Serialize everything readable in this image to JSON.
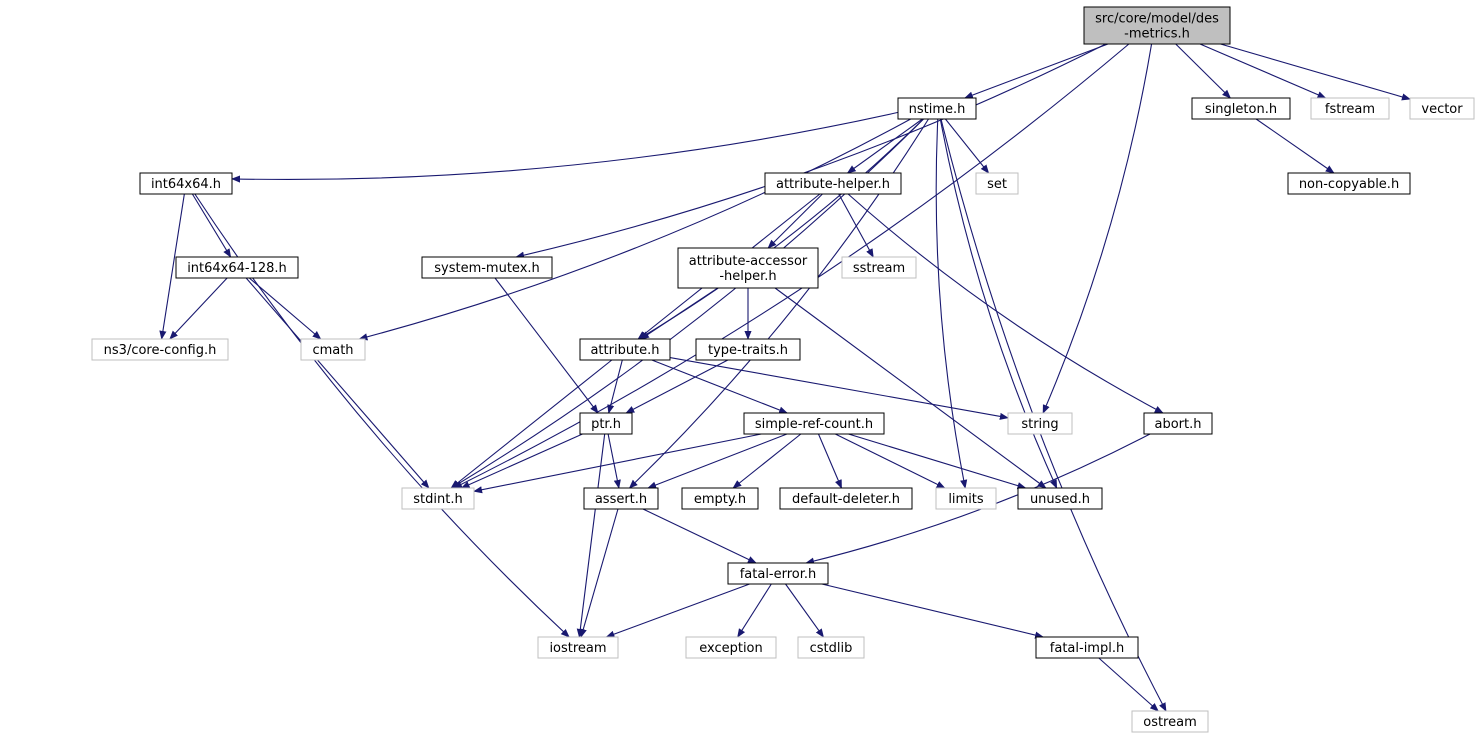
{
  "nodes": [
    {
      "id": "root",
      "lines": [
        "src/core/model/des",
        "-metrics.h"
      ],
      "kind": "root"
    },
    {
      "id": "nstime",
      "lines": [
        "nstime.h"
      ],
      "kind": "documented"
    },
    {
      "id": "singleton",
      "lines": [
        "singleton.h"
      ],
      "kind": "documented"
    },
    {
      "id": "fstream",
      "lines": [
        "fstream"
      ],
      "kind": "external"
    },
    {
      "id": "vector",
      "lines": [
        "vector"
      ],
      "kind": "external"
    },
    {
      "id": "int64x64",
      "lines": [
        "int64x64.h"
      ],
      "kind": "documented"
    },
    {
      "id": "attribute_helper",
      "lines": [
        "attribute-helper.h"
      ],
      "kind": "documented"
    },
    {
      "id": "set",
      "lines": [
        "set"
      ],
      "kind": "external"
    },
    {
      "id": "noncopyable",
      "lines": [
        "non-copyable.h"
      ],
      "kind": "documented"
    },
    {
      "id": "int64x64_128",
      "lines": [
        "int64x64-128.h"
      ],
      "kind": "documented"
    },
    {
      "id": "system_mutex",
      "lines": [
        "system-mutex.h"
      ],
      "kind": "documented"
    },
    {
      "id": "attribute_accessor",
      "lines": [
        "attribute-accessor",
        "-helper.h"
      ],
      "kind": "documented"
    },
    {
      "id": "sstream",
      "lines": [
        "sstream"
      ],
      "kind": "external"
    },
    {
      "id": "coreconfig",
      "lines": [
        "ns3/core-config.h"
      ],
      "kind": "external"
    },
    {
      "id": "cmath",
      "lines": [
        "cmath"
      ],
      "kind": "external"
    },
    {
      "id": "attribute",
      "lines": [
        "attribute.h"
      ],
      "kind": "documented"
    },
    {
      "id": "typetraits",
      "lines": [
        "type-traits.h"
      ],
      "kind": "documented"
    },
    {
      "id": "ptr",
      "lines": [
        "ptr.h"
      ],
      "kind": "documented"
    },
    {
      "id": "simplerefcount",
      "lines": [
        "simple-ref-count.h"
      ],
      "kind": "documented"
    },
    {
      "id": "string",
      "lines": [
        "string"
      ],
      "kind": "external"
    },
    {
      "id": "abort",
      "lines": [
        "abort.h"
      ],
      "kind": "documented"
    },
    {
      "id": "stdint",
      "lines": [
        "stdint.h"
      ],
      "kind": "external"
    },
    {
      "id": "assert",
      "lines": [
        "assert.h"
      ],
      "kind": "documented"
    },
    {
      "id": "empty",
      "lines": [
        "empty.h"
      ],
      "kind": "documented"
    },
    {
      "id": "defaultdeleter",
      "lines": [
        "default-deleter.h"
      ],
      "kind": "documented"
    },
    {
      "id": "limits",
      "lines": [
        "limits"
      ],
      "kind": "external"
    },
    {
      "id": "unused",
      "lines": [
        "unused.h"
      ],
      "kind": "documented"
    },
    {
      "id": "fatalerror",
      "lines": [
        "fatal-error.h"
      ],
      "kind": "documented"
    },
    {
      "id": "iostream",
      "lines": [
        "iostream"
      ],
      "kind": "external"
    },
    {
      "id": "exception",
      "lines": [
        "exception"
      ],
      "kind": "external"
    },
    {
      "id": "cstdlib",
      "lines": [
        "cstdlib"
      ],
      "kind": "external"
    },
    {
      "id": "fatalimpl",
      "lines": [
        "fatal-impl.h"
      ],
      "kind": "documented"
    },
    {
      "id": "ostream",
      "lines": [
        "ostream"
      ],
      "kind": "external"
    }
  ],
  "edges": [
    [
      "root",
      "nstime"
    ],
    [
      "root",
      "singleton"
    ],
    [
      "root",
      "fstream"
    ],
    [
      "root",
      "vector"
    ],
    [
      "root",
      "stdint"
    ],
    [
      "root",
      "system_mutex"
    ],
    [
      "root",
      "string"
    ],
    [
      "nstime",
      "int64x64"
    ],
    [
      "nstime",
      "attribute_helper"
    ],
    [
      "nstime",
      "set"
    ],
    [
      "nstime",
      "attribute"
    ],
    [
      "nstime",
      "cmath"
    ],
    [
      "nstime",
      "stdint"
    ],
    [
      "nstime",
      "assert"
    ],
    [
      "nstime",
      "limits"
    ],
    [
      "nstime",
      "unused"
    ],
    [
      "nstime",
      "ostream"
    ],
    [
      "singleton",
      "noncopyable"
    ],
    [
      "int64x64",
      "int64x64_128"
    ],
    [
      "int64x64",
      "coreconfig"
    ],
    [
      "int64x64",
      "iostream"
    ],
    [
      "int64x64_128",
      "coreconfig"
    ],
    [
      "int64x64_128",
      "cmath"
    ],
    [
      "int64x64_128",
      "stdint"
    ],
    [
      "attribute_helper",
      "attribute_accessor"
    ],
    [
      "attribute_helper",
      "sstream"
    ],
    [
      "attribute_helper",
      "attribute"
    ],
    [
      "attribute_helper",
      "abort"
    ],
    [
      "system_mutex",
      "ptr"
    ],
    [
      "attribute_accessor",
      "attribute"
    ],
    [
      "attribute_accessor",
      "typetraits"
    ],
    [
      "attribute_accessor",
      "unused"
    ],
    [
      "attribute",
      "ptr"
    ],
    [
      "attribute",
      "simplerefcount"
    ],
    [
      "attribute",
      "string"
    ],
    [
      "attribute",
      "stdint"
    ],
    [
      "typetraits",
      "ptr"
    ],
    [
      "ptr",
      "assert"
    ],
    [
      "ptr",
      "stdint"
    ],
    [
      "ptr",
      "iostream"
    ],
    [
      "simplerefcount",
      "stdint"
    ],
    [
      "simplerefcount",
      "assert"
    ],
    [
      "simplerefcount",
      "empty"
    ],
    [
      "simplerefcount",
      "defaultdeleter"
    ],
    [
      "simplerefcount",
      "limits"
    ],
    [
      "simplerefcount",
      "unused"
    ],
    [
      "abort",
      "fatalerror"
    ],
    [
      "assert",
      "fatalerror"
    ],
    [
      "assert",
      "iostream"
    ],
    [
      "fatalerror",
      "iostream"
    ],
    [
      "fatalerror",
      "exception"
    ],
    [
      "fatalerror",
      "cstdlib"
    ],
    [
      "fatalerror",
      "fatalimpl"
    ],
    [
      "fatalimpl",
      "ostream"
    ]
  ],
  "colors": {
    "edge": "#191970",
    "root_fill": "#bfbfbf",
    "external_border": "#bfbfbf",
    "documented_border": "#000000"
  }
}
